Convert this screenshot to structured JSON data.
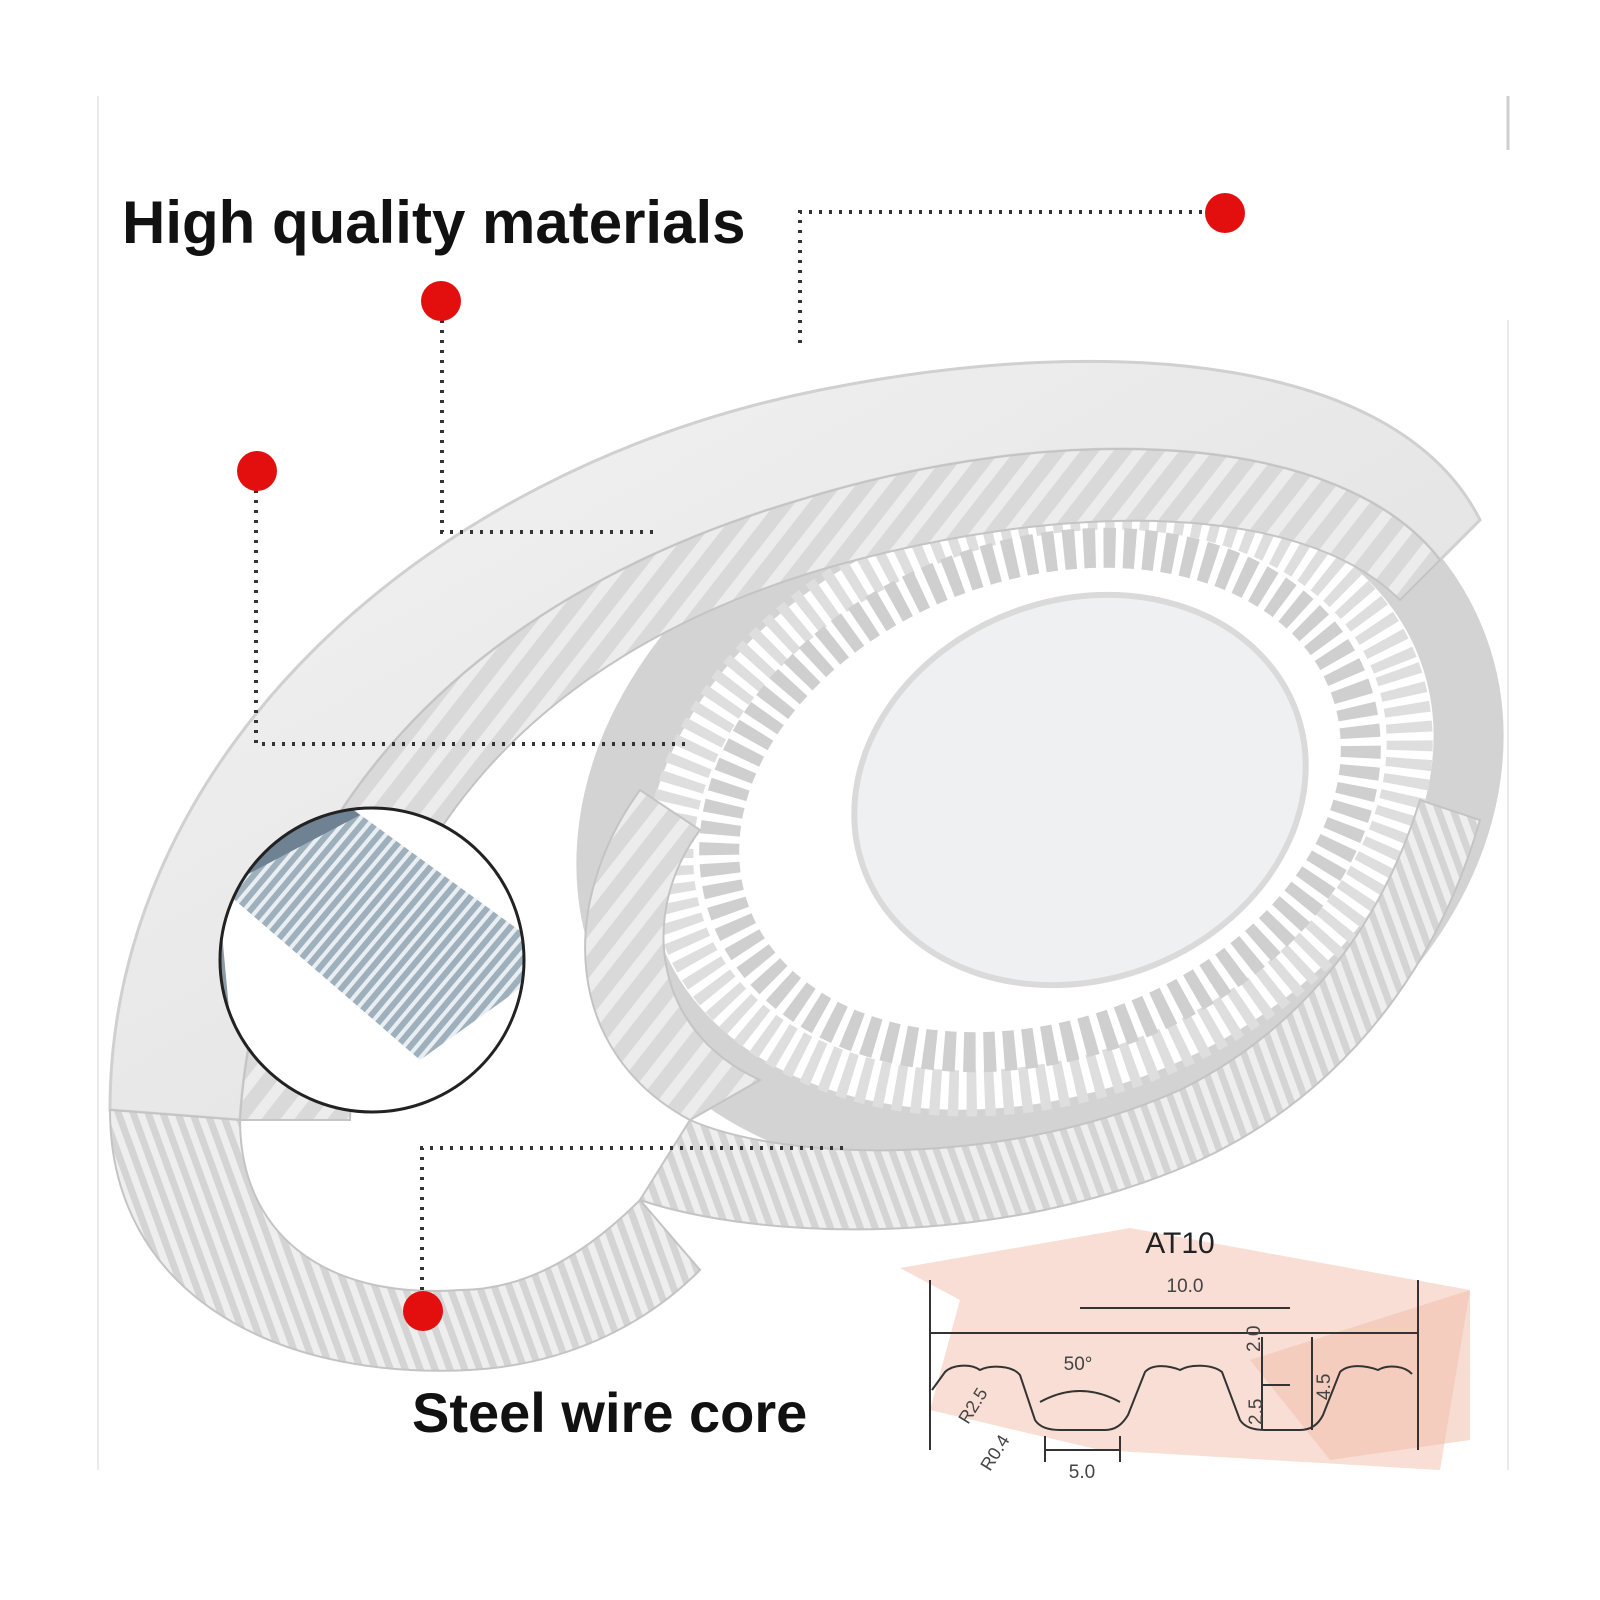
{
  "headline_top": "High quality materials",
  "headline_bottom": "Steel wire core",
  "profile": {
    "name": "AT10",
    "pitch": "10.0",
    "angle": "50°",
    "tooth_height": "2.0",
    "total_height": "4.5",
    "belt_height": "2.5",
    "tooth_width": "5.0",
    "radius_top": "R2.5",
    "radius_bottom": "R0.4"
  },
  "colors": {
    "belt": "#ececec",
    "belt_shadow": "#c8c8c8",
    "marker": "#e30f0f",
    "profile_bg": "#f6d3c6",
    "line": "#333333"
  }
}
